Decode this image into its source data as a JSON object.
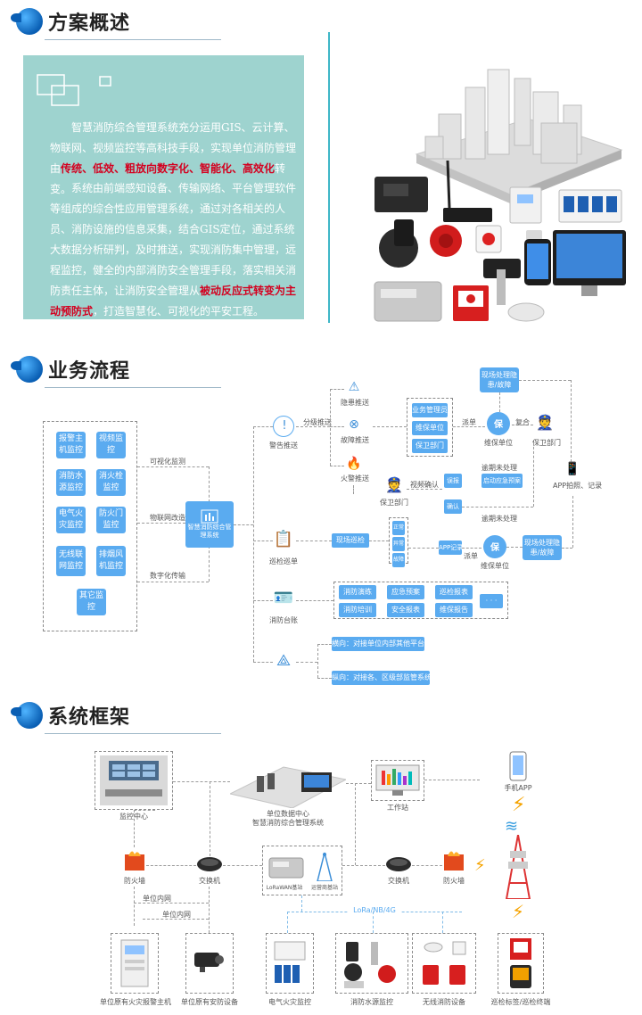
{
  "sections": {
    "s1": "方案概述",
    "s2": "业务流程",
    "s3": "系统框架"
  },
  "overview": {
    "p1_a": "智慧消防综合管理系统充分运用GIS、云计算、物联网、视频监控等高科技手段，实现单位消防管理由",
    "p1_red": "传统、低效、粗放向数字化、智能化、高效化",
    "p1_b": "转变。",
    "p2_a": "系统由前端感知设备、传输网络、平台管理软件等组成的综合性应用管理系统，通过对各相关的人员、消防设施的信息采集，结合GIS定位，通过系统大数据分析研判，及时推送，实现消防集中管理，远程监控，健全的内部消防安全管理手段，落实相关消防责任主体，让消防安全管理从",
    "p2_red": "被动反应式转变为主动预防式",
    "p2_b": "，打造智慧化、可视化的平安工程。"
  },
  "flow": {
    "left_tiles": [
      "报警主机监控",
      "视频监控",
      "消防水源监控",
      "消火栓监控",
      "电气火灾监控",
      "防火门监控",
      "无线联网监控",
      "排烟风机监控",
      "其它监控"
    ],
    "edge_visual": "可视化监测",
    "edge_network": "物联网改造",
    "edge_digital": "数字化传输",
    "center": "智慧消防综合管理系统",
    "warn": "警告推送",
    "dist": "分级推送",
    "hidden": "隐患推送",
    "fault": "故障推送",
    "fire": "火警推送",
    "recv": [
      "业务管理员",
      "维保单位",
      "保卫部门"
    ],
    "dispatch": "派单",
    "maint_unit": "维保单位",
    "review": "复合",
    "guard_dept": "保卫部门",
    "site_handle": "现场处理隐患/故障",
    "app_record": "APP拍照、记录",
    "video_confirm": "视频确认",
    "guard_dept2": "保卫部门",
    "false_alarm": "误报",
    "real_alarm": "确认",
    "timeout": "逾期未处理",
    "notify": "启动应急预案",
    "overdue_handle": "逾期未处理",
    "patrol": "巡检巡单",
    "site_patrol": "现场巡检",
    "patrol_items": [
      "正常",
      "异常",
      "故障"
    ],
    "app_record2": "APP记录",
    "dispatch2": "派单",
    "maint_unit2": "维保单位",
    "site_handle2": "现场处理隐患/故障",
    "ledger": "消防台账",
    "ledger_items": [
      "消防演练",
      "应急预案",
      "巡检报表",
      "消防培训",
      "安全报表",
      "维保报告",
      "· · ·"
    ],
    "share1": "横向：对接单位内部其他平台",
    "share2": "纵向：对接各、区级部监管系统"
  },
  "arch": {
    "monitor_center": "监控中心",
    "data_center_1": "单位数据中心",
    "data_center_2": "智慧消防综合管理系统",
    "workstation": "工作站",
    "mobile_app": "手机APP",
    "firewall_l": "防火墙",
    "switch_l": "交换机",
    "lora_gw": "LoRaWAN基站",
    "ops_base": "运营商基站",
    "switch_r": "交换机",
    "firewall_r": "防火墙",
    "intranet1": "单位内网",
    "intranet2": "单位内网",
    "lora_net": "LoRa/NB/4G",
    "bottom": [
      "单位原有火灾报警主机",
      "单位原有安防设备",
      "电气火灾监控",
      "消防水源监控",
      "无线消防设备",
      "巡检标签/巡检终端"
    ]
  }
}
